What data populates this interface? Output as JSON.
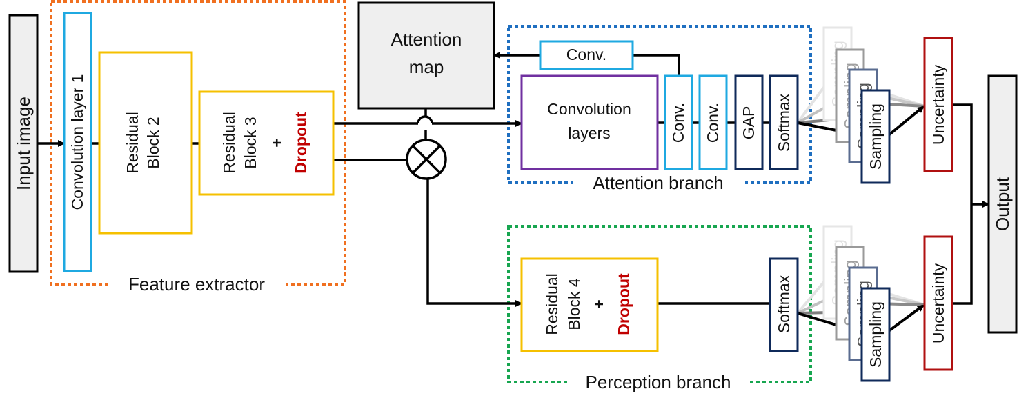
{
  "input": {
    "label": "Input image"
  },
  "feature_extractor": {
    "label": "Feature extractor",
    "conv1": "Convolution layer 1",
    "res2": [
      "Residual",
      "Block 2"
    ],
    "res3": [
      "Residual",
      "Block 3"
    ],
    "plus": "+",
    "dropout": "Dropout"
  },
  "attention_map": {
    "label": [
      "Attention",
      "map"
    ]
  },
  "attention_branch": {
    "label": "Attention branch",
    "conv_top": "Conv.",
    "conv_layers": [
      "Convolution",
      "layers"
    ],
    "conv_a": "Conv.",
    "conv_b": "Conv.",
    "gap": "GAP",
    "softmax": "Softmax"
  },
  "perception_branch": {
    "label": "Perception branch",
    "res4": [
      "Residual",
      "Block 4"
    ],
    "plus": "+",
    "dropout": "Dropout",
    "softmax": "Softmax"
  },
  "sampling": {
    "label": "Sampling"
  },
  "uncertainty": {
    "top": "Uncertainty",
    "bottom": "Uncertainty"
  },
  "output": {
    "label": "Output"
  },
  "colors": {
    "orange": "#f07020",
    "cyan": "#1fa9e1",
    "yellow": "#f5c000",
    "blue_dotted": "#1f6fc0",
    "green_dotted": "#17a650",
    "purple": "#7030a0",
    "navy": "#0f2a5a",
    "dark_red": "#b01010",
    "gray_fill": "#efefef",
    "dropout_red": "#c00000"
  }
}
